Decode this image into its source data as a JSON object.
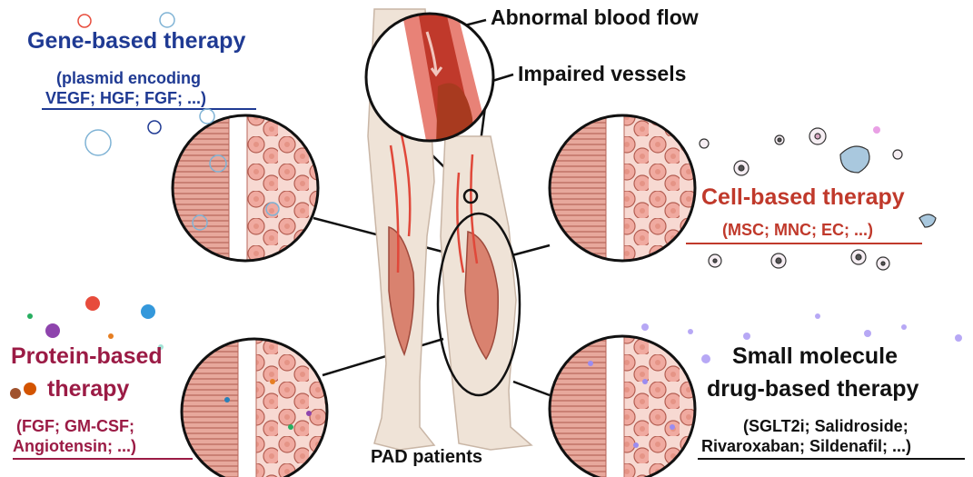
{
  "callouts": {
    "abnormal_flow": "Abnormal blood flow",
    "impaired_vessels": "Impaired vessels",
    "patients": "PAD patients"
  },
  "therapies": {
    "gene": {
      "title": "Gene-based therapy",
      "line1": "(plasmid encoding",
      "line2": "VEGF; HGF; FGF; ...)"
    },
    "cell": {
      "title": "Cell-based therapy",
      "line1": "(MSC; MNC; EC; ...)"
    },
    "protein": {
      "title1": "Protein-based",
      "title2": "therapy",
      "line1": "(FGF; GM-CSF;",
      "line2": "Angiotensin; ...)"
    },
    "small_molecule": {
      "title1": "Small molecule",
      "title2": "drug-based therapy",
      "line1": "(SGLT2i; Salidroside;",
      "line2": "Rivaroxaban; Sildenafil; ...)"
    }
  },
  "colors": {
    "gene": "#1f3a93",
    "cell": "#c0392b",
    "protein": "#9b1b45",
    "small_molecule": "#111111",
    "muscle": "#d9826f",
    "vessel": "#e0483a",
    "leg": "#efe3d7"
  }
}
